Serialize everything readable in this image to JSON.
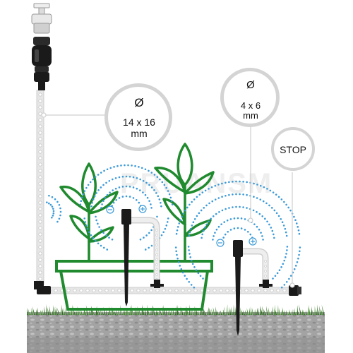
{
  "callouts": {
    "main_pipe": {
      "symbol": "Ø",
      "size": "14 x 16",
      "unit": "mm"
    },
    "micro_tube": {
      "symbol": "Ø",
      "size": "4 x 6",
      "unit": "mm"
    },
    "end_stop": {
      "label": "STOP"
    }
  },
  "watermark": {
    "text": "PRUANSM"
  },
  "colors": {
    "plant_green": "#1f8a2e",
    "spray_blue": "#3b9ad8",
    "pipe_grey": "#d9d9d9",
    "soil_grey": "#9d9d9d",
    "grass_green": "#3f8a2a",
    "fitting_black": "#1a1a1a",
    "callout_ring": "#d4d4d4"
  },
  "icons": [
    "tap-icon",
    "pressure-reducer-icon",
    "filter-icon",
    "dripper-stake-icon",
    "plus-sign-icon",
    "minus-sign-icon"
  ]
}
